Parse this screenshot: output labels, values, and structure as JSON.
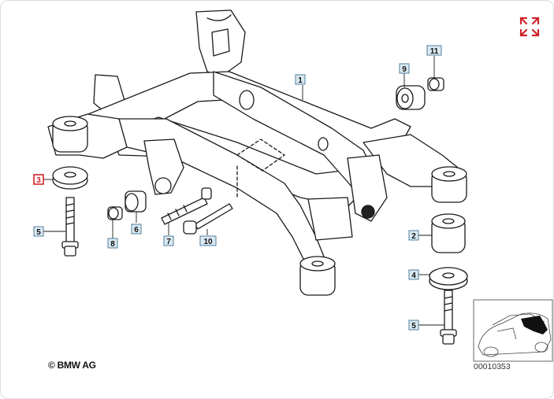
{
  "copyright": "© BMW AG",
  "diagram_code": "00010353",
  "colors": {
    "accent": "#d0242a",
    "callout_fill": "#dbe9f2",
    "callout_border": "#4f7f9f",
    "line": "#1a1a1a"
  },
  "expand_icon": "expand-arrows-icon",
  "callouts": [
    {
      "id": "c1",
      "label": "1",
      "highlight": false
    },
    {
      "id": "c2",
      "label": "2",
      "highlight": false
    },
    {
      "id": "c3",
      "label": "3",
      "highlight": true
    },
    {
      "id": "c4",
      "label": "4",
      "highlight": false
    },
    {
      "id": "c5a",
      "label": "5",
      "highlight": false
    },
    {
      "id": "c5b",
      "label": "5",
      "highlight": false
    },
    {
      "id": "c6",
      "label": "6",
      "highlight": false
    },
    {
      "id": "c7",
      "label": "7",
      "highlight": false
    },
    {
      "id": "c8",
      "label": "8",
      "highlight": false
    },
    {
      "id": "c9",
      "label": "9",
      "highlight": false
    },
    {
      "id": "c10",
      "label": "10",
      "highlight": false
    },
    {
      "id": "c11",
      "label": "11",
      "highlight": false
    }
  ]
}
